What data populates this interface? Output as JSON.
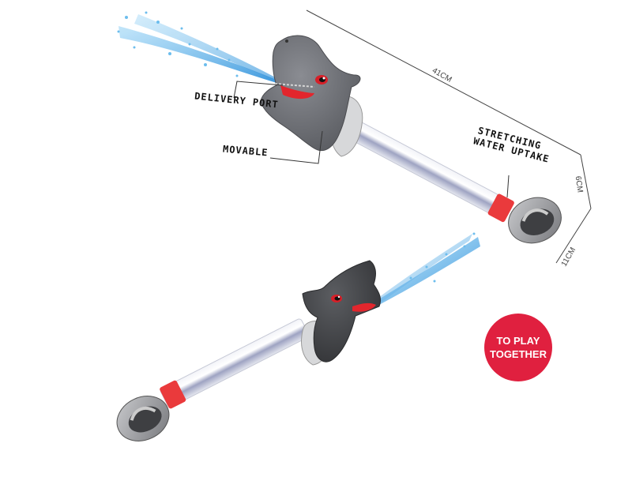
{
  "product": {
    "name": "Shark water gun",
    "colors": {
      "shark_gray": "#6e7076",
      "shark_dark": "#3f4145",
      "red": "#e8333a",
      "water_blue": "#3a9de0",
      "tube": "#c9ccd8",
      "handle_silver": "#a5a7ab",
      "badge_red": "#e0203f"
    }
  },
  "callouts": {
    "delivery_port": "DELIVERY PORT",
    "movable": "MOVABLE",
    "stretching_line1": "STRETCHING",
    "stretching_line2": "WATER UPTAKE"
  },
  "dimensions": {
    "length": "41CM",
    "handle_height": "6CM",
    "handle_width": "11CM"
  },
  "badge": {
    "line1": "TO PLAY",
    "line2": "TOGETHER",
    "color": "#e0203f"
  }
}
